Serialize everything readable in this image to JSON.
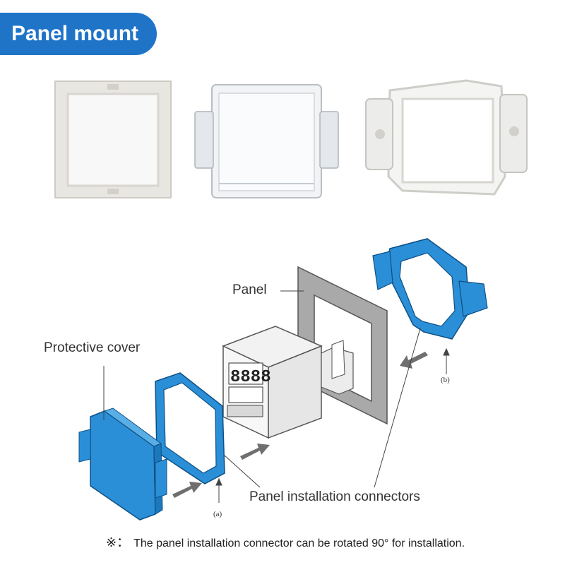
{
  "title": "Panel mount",
  "labels": {
    "panel": "Panel",
    "protective_cover": "Protective cover",
    "connectors": "Panel installation connectors",
    "a": "(a)",
    "b": "(b)"
  },
  "note": {
    "mark": "※：",
    "text": "The panel installation connector can be rotated 90° for installation."
  },
  "colors": {
    "brand_blue": "#1f74c8",
    "part_blue": "#2a8fd6",
    "panel_gray": "#a9a9a9"
  }
}
